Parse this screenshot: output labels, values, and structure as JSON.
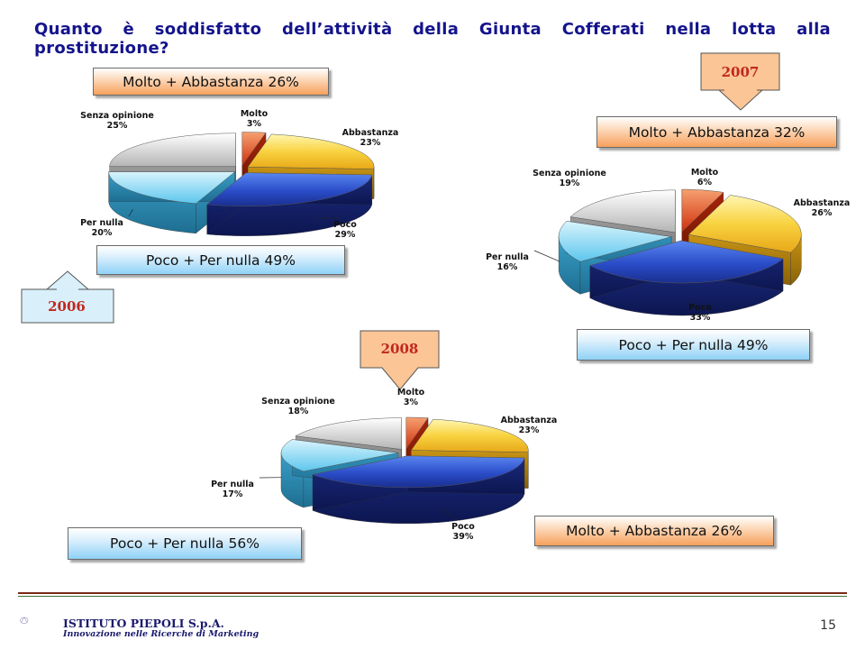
{
  "title": "Quanto è soddisfatto dell’attività della Giunta Cofferati nella lotta alla prostituzione?",
  "colors": {
    "molto": "#d8441c",
    "abbastanza": "#f2c22a",
    "poco": "#2646b8",
    "per_nulla": "#62c8ee",
    "senza_opinione": "#c4c4c4",
    "title": "#14148c",
    "year_text": "#c0281e"
  },
  "chart_data": [
    {
      "type": "pie",
      "year": "2006",
      "categories": [
        "Molto",
        "Abbastanza",
        "Poco",
        "Per nulla",
        "Senza opinione"
      ],
      "values": [
        3,
        23,
        29,
        20,
        25
      ],
      "value_labels": [
        "3%",
        "23%",
        "29%",
        "20%",
        "25%"
      ],
      "summary_positive": "Molto + Abbastanza 26%",
      "summary_negative": "Poco + Per nulla 49%"
    },
    {
      "type": "pie",
      "year": "2007",
      "categories": [
        "Molto",
        "Abbastanza",
        "Poco",
        "Per nulla",
        "Senza opinione"
      ],
      "values": [
        6,
        26,
        33,
        16,
        19
      ],
      "value_labels": [
        "6%",
        "26%",
        "33%",
        "16%",
        "19%"
      ],
      "summary_positive": "Molto + Abbastanza 32%",
      "summary_negative": "Poco + Per nulla 49%"
    },
    {
      "type": "pie",
      "year": "2008",
      "categories": [
        "Molto",
        "Abbastanza",
        "Poco",
        "Per nulla",
        "Senza opinione"
      ],
      "values": [
        3,
        23,
        39,
        17,
        18
      ],
      "value_labels": [
        "3%",
        "23%",
        "39%",
        "17%",
        "18%"
      ],
      "summary_positive": "Molto + Abbastanza 26%",
      "summary_negative": "Poco + Per nulla 56%"
    }
  ],
  "footer": {
    "company": "ISTITUTO PIEPOLI S.p.A.",
    "tagline": "Innovazione nelle Ricerche di Marketing",
    "page_number": "15"
  }
}
